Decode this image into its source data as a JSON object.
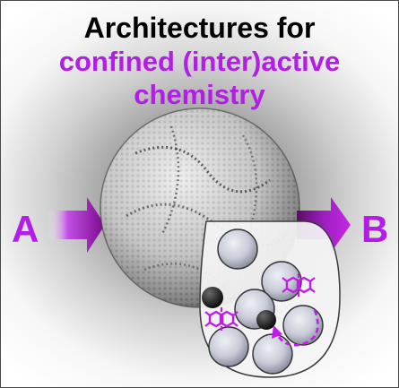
{
  "title": {
    "line1": "Architectures for",
    "line2": "confined (inter)active",
    "line3": "chemistry"
  },
  "labels": {
    "left": "A",
    "right": "B"
  },
  "colors": {
    "accent": "#b21ee6",
    "title_text": "#000000",
    "sphere_dark": "#3c3c3c",
    "bubble_fill": "#c9ccd8",
    "molecule": "#c01ee6"
  },
  "icons": [
    "arrow-right-icon",
    "porous-sphere",
    "zoom-inset",
    "molecule-icon",
    "particle-icon",
    "curved-arrow-icon"
  ]
}
